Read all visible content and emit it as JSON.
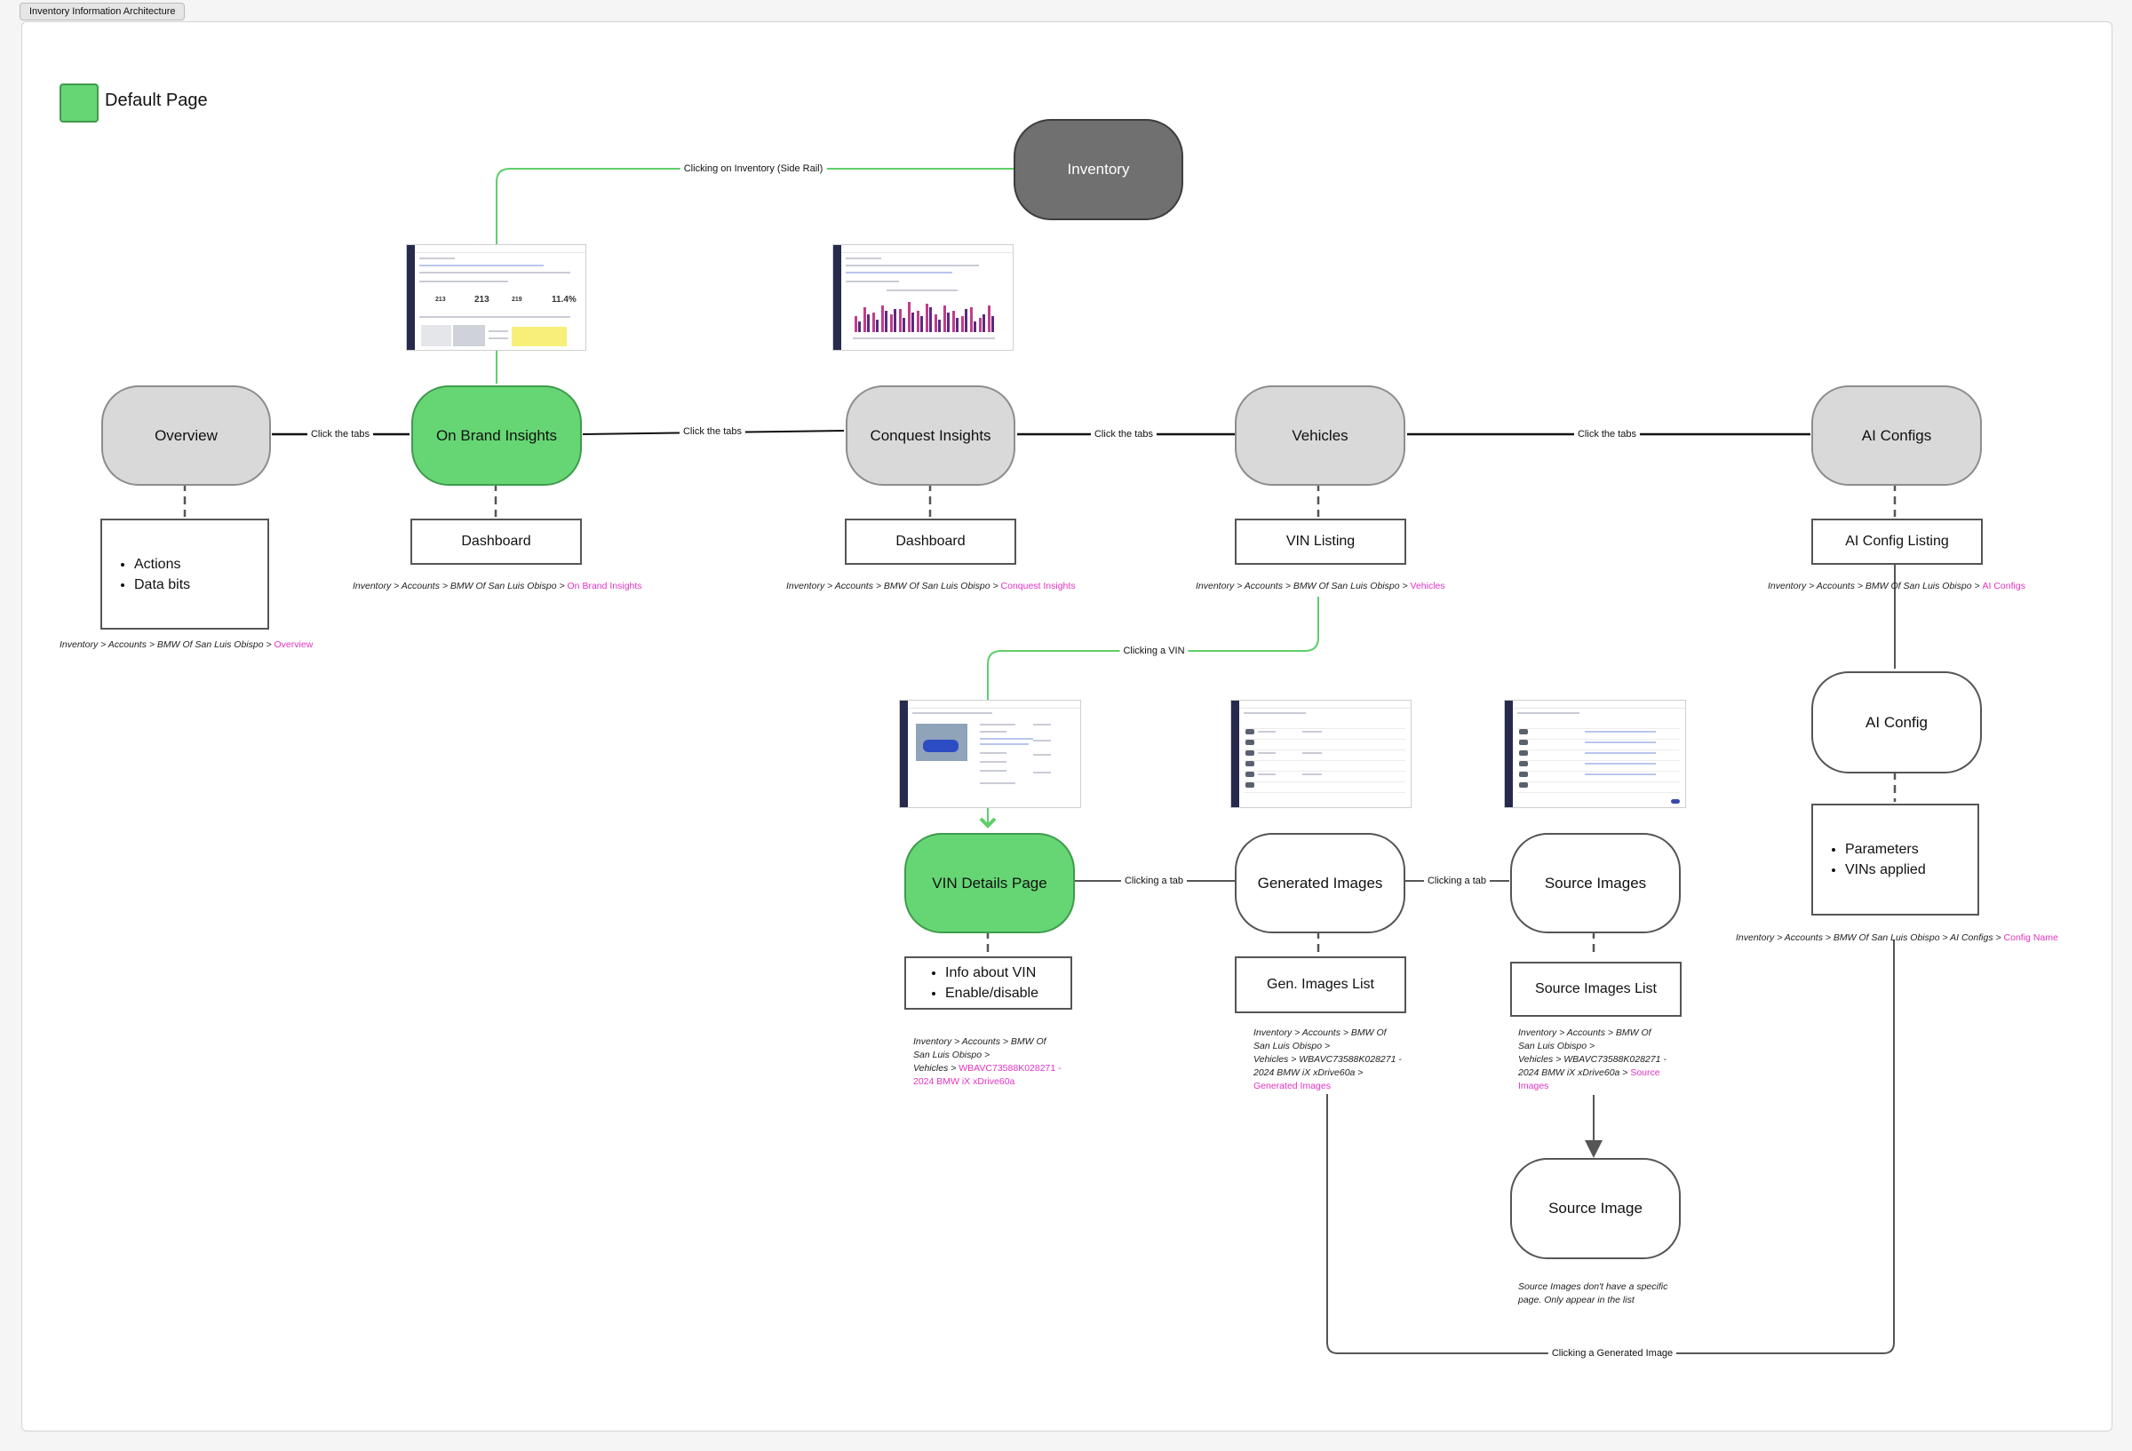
{
  "canvas": {
    "title": "Inventory Information Architecture"
  },
  "legend": {
    "label": "Default Page",
    "color": "#66d674"
  },
  "colors": {
    "default_page": "#66d674",
    "connector_green": "#5fce6a",
    "breadcrumb_highlight": "#e333c4",
    "node_grey": "#d9d9d9",
    "node_dark": "#707070"
  },
  "nodes": {
    "inventory": "Inventory",
    "overview": "Overview",
    "on_brand": "On Brand Insights",
    "conquest": "Conquest Insights",
    "vehicles": "Vehicles",
    "ai_configs": "AI Configs",
    "ai_config": "AI Config",
    "vin_details": "VIN Details Page",
    "generated_images": "Generated Images",
    "source_images": "Source Images",
    "source_image": "Source Image"
  },
  "boxes": {
    "overview_items": [
      "Actions",
      "Data bits"
    ],
    "on_brand_dashboard": "Dashboard",
    "conquest_dashboard": "Dashboard",
    "vin_listing": "VIN Listing",
    "ai_config_listing": "AI Config Listing",
    "ai_config_items": [
      "Parameters",
      "VINs applied"
    ],
    "vin_details_items": [
      "Info about VIN",
      "Enable/disable"
    ],
    "gen_images_list": "Gen. Images List",
    "source_images_list": "Source Images List"
  },
  "edge_labels": {
    "side_rail": "Clicking on Inventory (Side Rail)",
    "tabs_1": "Click the tabs",
    "tabs_2": "Click the tabs",
    "tabs_3": "Click the tabs",
    "tabs_4": "Click the tabs",
    "clicking_vin": "Clicking a VIN",
    "tab_1": "Clicking a tab",
    "tab_2": "Clicking a tab",
    "generated_image": "Clicking a Generated Image"
  },
  "breadcrumbs": {
    "overview": {
      "path": "Inventory > Accounts >  BMW Of San Luis Obispo > ",
      "current": "Overview"
    },
    "on_brand": {
      "path": "Inventory > Accounts >  BMW Of San Luis Obispo > ",
      "current": "On Brand Insights"
    },
    "conquest": {
      "path": "Inventory > Accounts >  BMW Of San Luis Obispo > ",
      "current": "Conquest Insights"
    },
    "vehicles": {
      "path": "Inventory > Accounts >  BMW Of San Luis Obispo > ",
      "current": "Vehicles"
    },
    "ai_configs": {
      "path": "Inventory > Accounts >  BMW Of San Luis Obispo > ",
      "current": "AI Configs"
    },
    "ai_config": {
      "path": "Inventory > Accounts >  BMW Of San Luis Obispo > AI Configs > ",
      "current": "Config Name"
    },
    "vin_details": {
      "lines": [
        "Inventory > Accounts >  BMW Of",
        "San Luis Obispo >",
        "Vehicles > "
      ],
      "current_lines": [
        "WBAVC73588K028271 -",
        "2024 BMW iX xDrive60a"
      ]
    },
    "generated_images": {
      "lines": [
        "Inventory > Accounts >  BMW Of",
        "San Luis Obispo >",
        "Vehicles > WBAVC73588K028271 -",
        "2024 BMW iX xDrive60a >"
      ],
      "current": "Generated Images"
    },
    "source_images": {
      "lines": [
        "Inventory > Accounts >  BMW Of",
        "San Luis Obispo >",
        "Vehicles > WBAVC73588K028271 -",
        "2024 BMW iX xDrive60a > "
      ],
      "current_lines": [
        "Source",
        "Images"
      ]
    }
  },
  "notes": {
    "source_image": [
      "Source Images don't have a specific",
      "page. Only appear in the list"
    ]
  },
  "thumbnails": {
    "on_brand": {
      "stat_values": [
        "213",
        "219",
        "11.4%"
      ]
    }
  }
}
